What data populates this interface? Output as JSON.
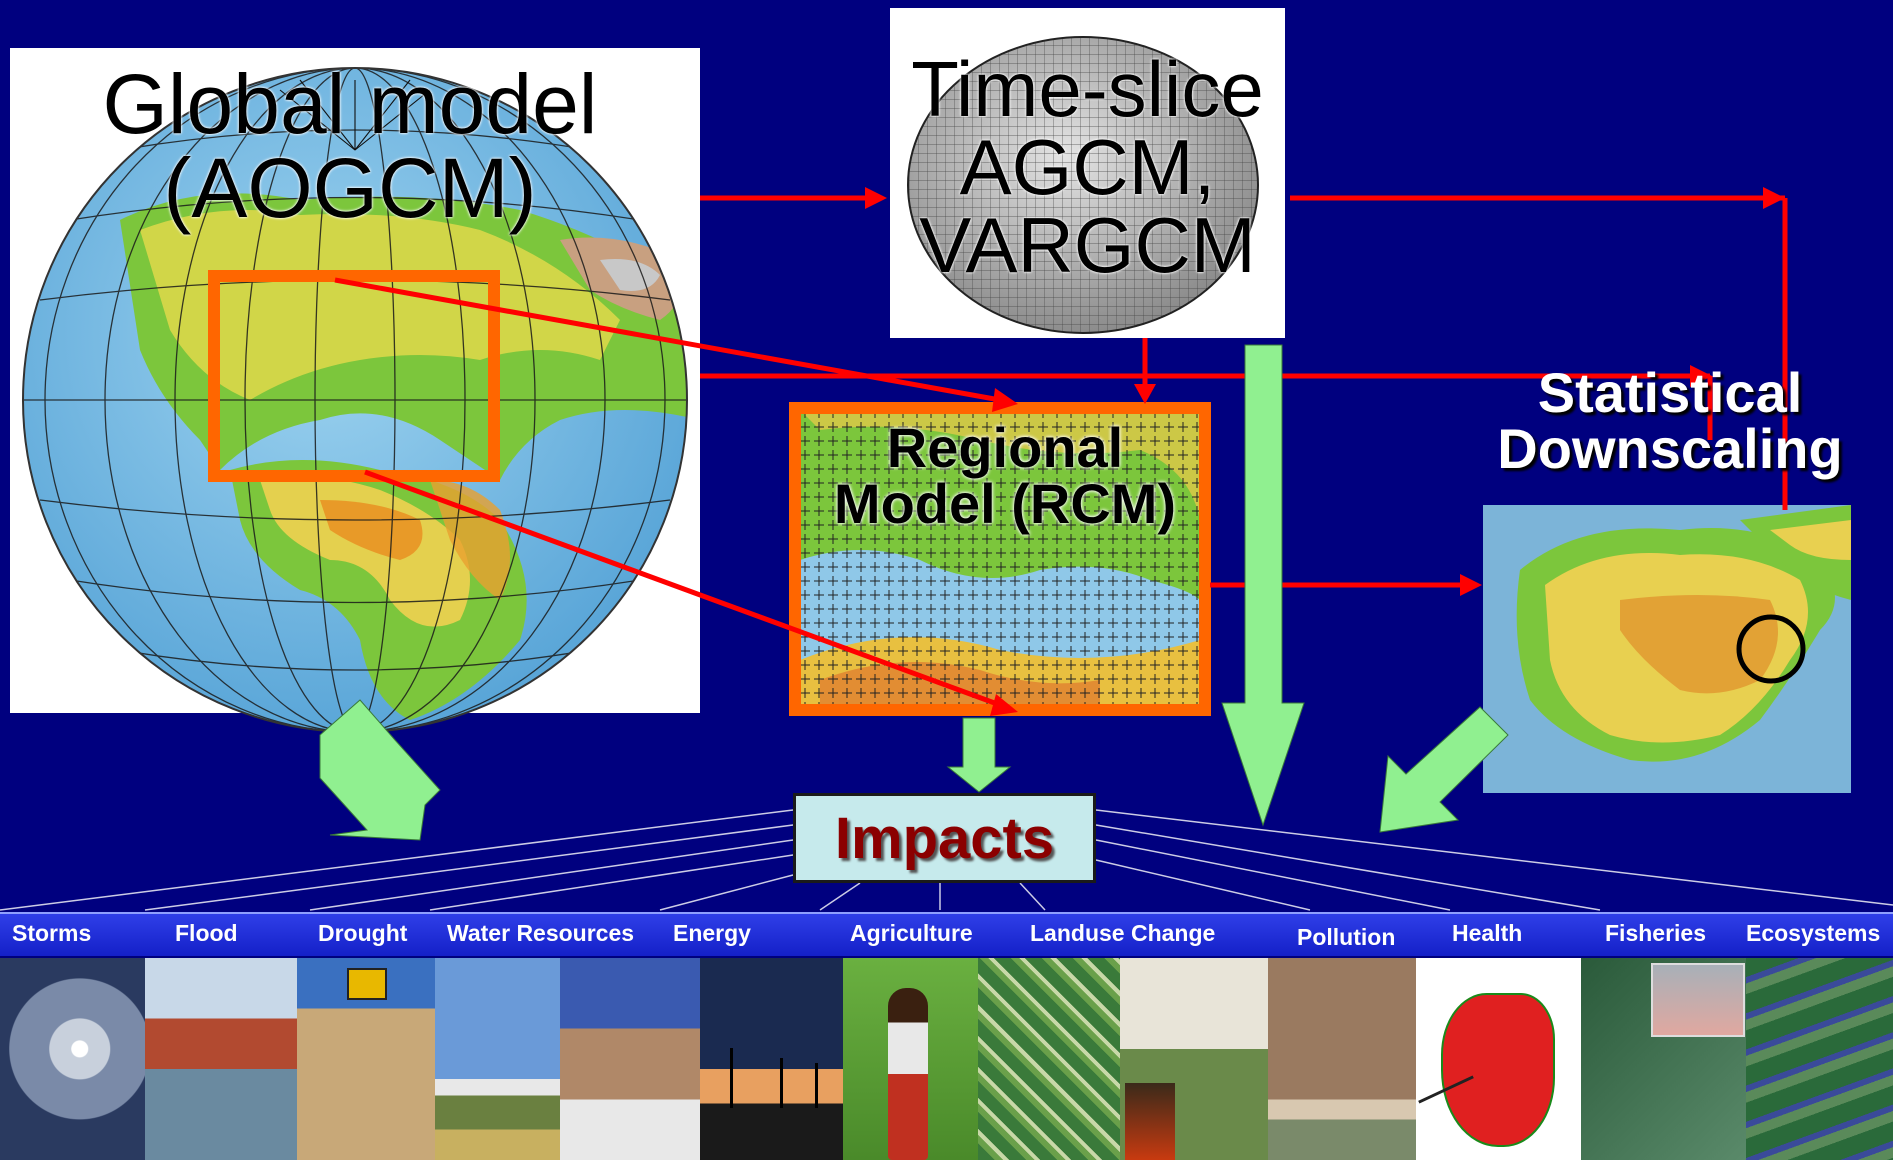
{
  "global_model": {
    "line1": "Global model",
    "line2": "(AOGCM)"
  },
  "time_slice": {
    "line1": "Time-slice",
    "line2": "AGCM,",
    "line3": "VARGCM"
  },
  "regional_model": {
    "line1": "Regional",
    "line2": "Model (RCM)"
  },
  "statistical": {
    "line1": "Statistical",
    "line2": "Downscaling"
  },
  "impacts": {
    "label": "Impacts"
  },
  "categories": [
    "Storms",
    "Flood",
    "Drought",
    "Water Resources",
    "Energy",
    "Agriculture",
    "Landuse Change",
    "Pollution",
    "Health",
    "Fisheries",
    "Ecosystems"
  ],
  "colors": {
    "background": "#00007f",
    "arrow_red": "#ff0000",
    "arrow_green": "#90f090",
    "box_orange": "#ff6600",
    "impacts_text": "#8b0000"
  }
}
